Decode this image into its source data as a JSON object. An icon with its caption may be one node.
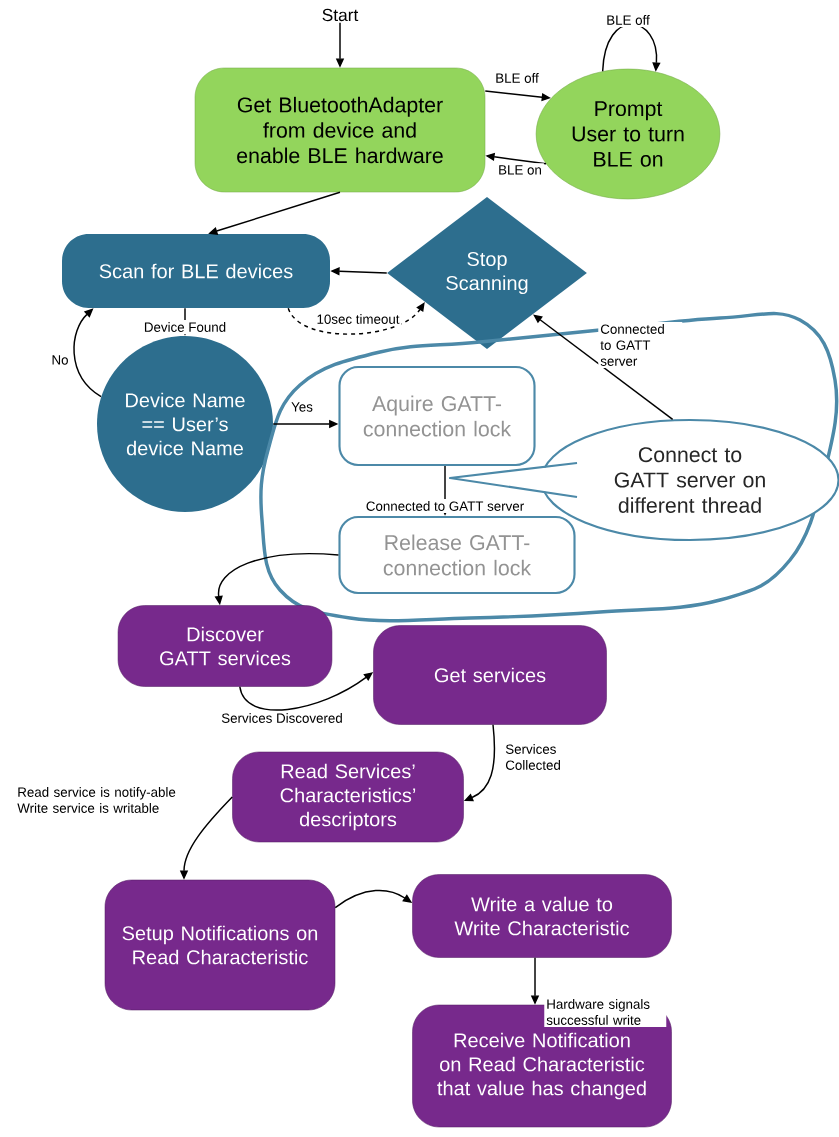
{
  "diagram": {
    "nodes": [
      {
        "text": [
          "Start"
        ]
      },
      {
        "text": [
          "Get BluetoothAdapter from device and enable BLE hardware"
        ]
      },
      {
        "text": [
          "Prompt User to turn BLE on"
        ]
      },
      {
        "text": [
          "Scan for BLE devices"
        ]
      },
      {
        "text": [
          "Stop Scanning"
        ]
      },
      {
        "text": [
          "Device Name == User’s device Name"
        ]
      },
      {
        "text": [],
        "shape": "cloud"
      },
      {
        "text": [
          "Aquire GATT-connection lock"
        ],
        "in": 6
      },
      {
        "text": [
          "Connect to GATT server on different thread"
        ],
        "in": 6
      },
      {
        "text": [
          "Release GATT-connection lock"
        ],
        "in": 6
      },
      {
        "text": [
          "Discover GATT services"
        ]
      },
      {
        "text": [
          "Get services"
        ]
      },
      {
        "text": [
          "Read Services’ Characteristics’ descriptors"
        ]
      },
      {
        "text": [
          "Setup Notifications on Read Characteristic"
        ]
      },
      {
        "text": [
          "Write a value to Write Characteristic"
        ]
      },
      {
        "text": [
          "Receive Notification on Read Characteristic that value has changed"
        ]
      }
    ],
    "edges": [
      {
        "from": 0,
        "to": 1,
        "arrow": "to"
      },
      {
        "from": 1,
        "to": 2,
        "arrow": "to",
        "label": "BLE off"
      },
      {
        "from": 2,
        "to": 1,
        "arrow": "to",
        "label": "BLE on"
      },
      {
        "from": 2,
        "to": 2,
        "arrow": "to",
        "label": "BLE off"
      },
      {
        "from": 1,
        "to": 3,
        "arrow": "to"
      },
      {
        "from": 4,
        "to": 3,
        "arrow": "to"
      },
      {
        "from": 3,
        "to": 4,
        "arrow": "to",
        "label": "10sec timeout",
        "style": "dashed"
      },
      {
        "from": 3,
        "to": 5,
        "arrow": "to",
        "label": "Device Found"
      },
      {
        "from": 5,
        "to": 3,
        "arrow": "to",
        "label": "No"
      },
      {
        "from": 5,
        "to": 7,
        "arrow": "to",
        "label": "Yes"
      },
      {
        "from": 7,
        "to": 9,
        "arrow": "to",
        "label": "Connected to GATT server"
      },
      {
        "from": 8,
        "to": 4,
        "arrow": "to",
        "label": "Connected to GATT server"
      },
      {
        "from": 9,
        "to": 10,
        "arrow": "to"
      },
      {
        "from": 10,
        "to": 11,
        "arrow": "to",
        "label": "Services Discovered"
      },
      {
        "from": 11,
        "to": 12,
        "arrow": "to",
        "label": "Services Collected"
      },
      {
        "from": 12,
        "to": 13,
        "arrow": "to",
        "label": "Read service is notify-able Write service is writable"
      },
      {
        "from": 13,
        "to": 14,
        "arrow": "to"
      },
      {
        "from": 14,
        "to": 15,
        "arrow": "to",
        "label": "Hardware signals successful write"
      }
    ]
  }
}
